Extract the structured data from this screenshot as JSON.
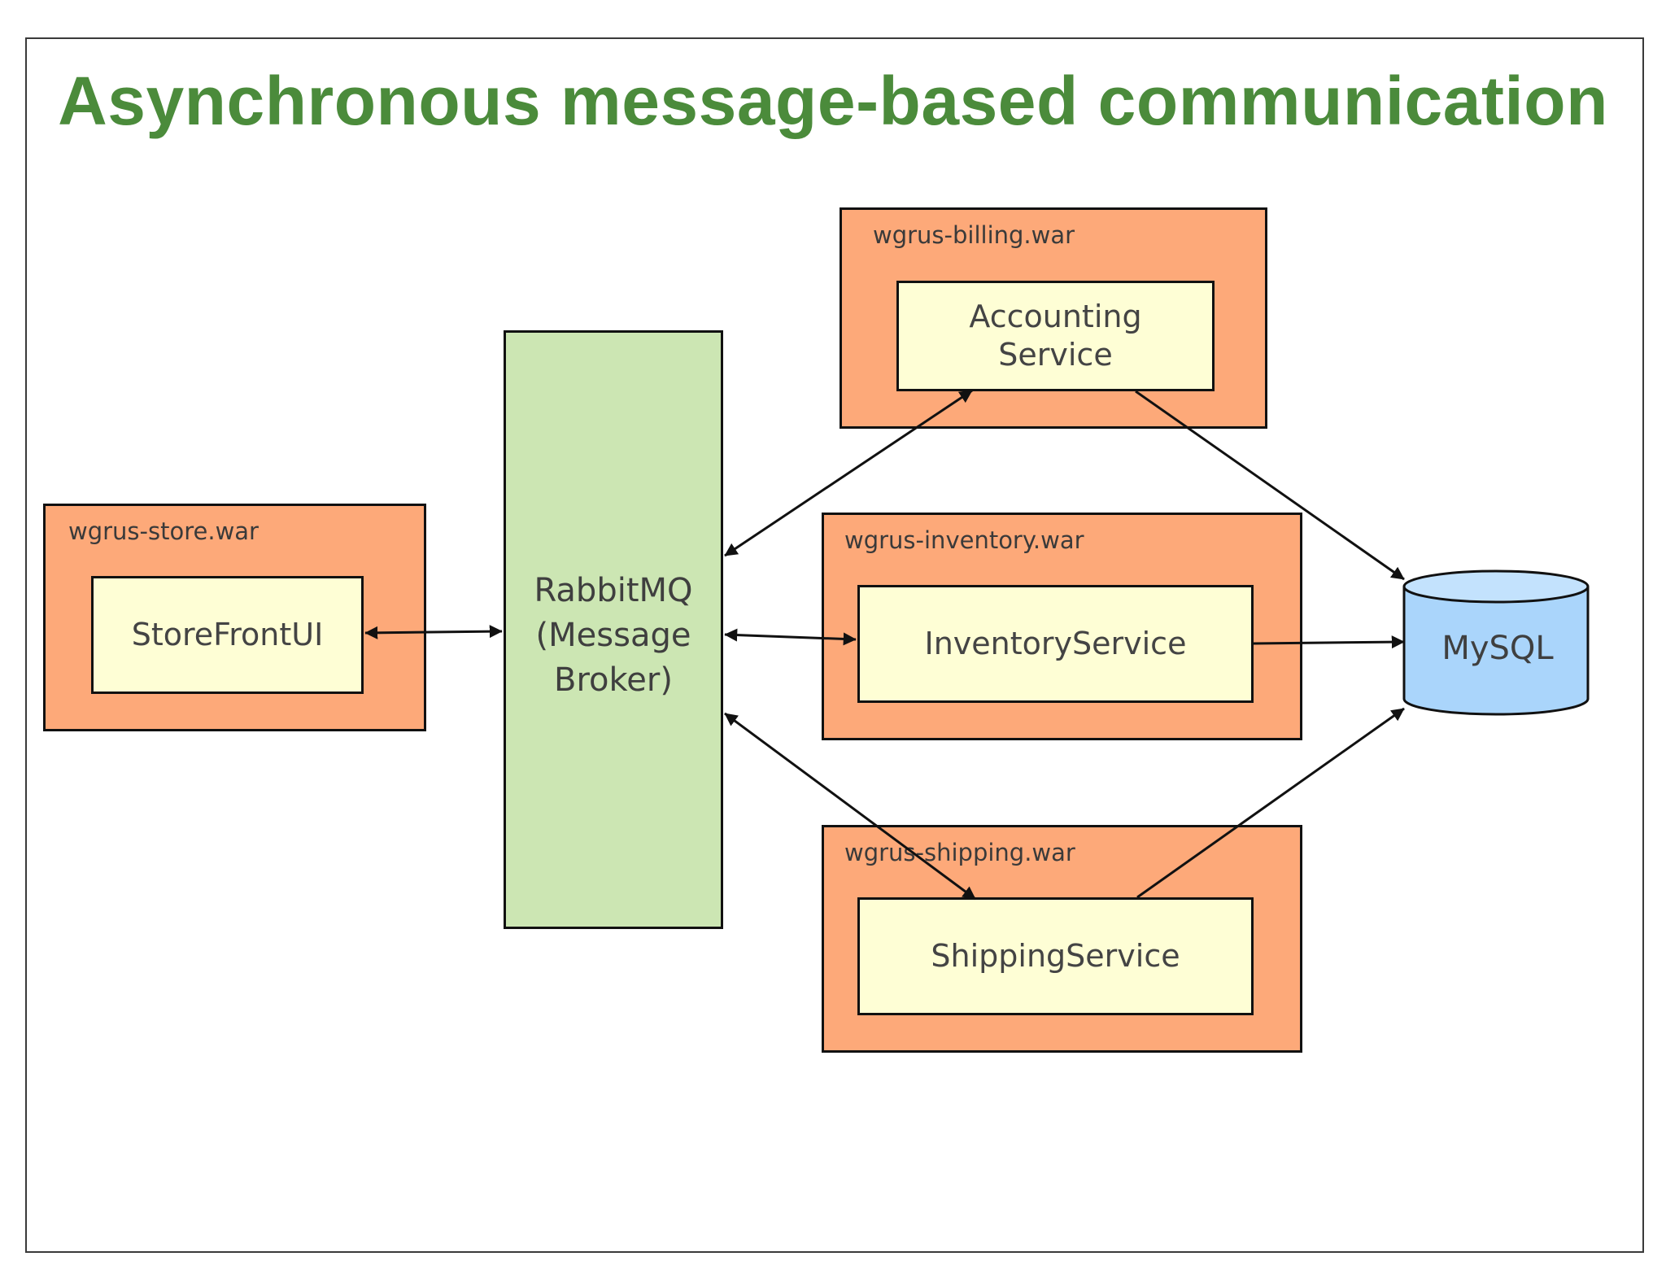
{
  "title": "Asynchronous message-based communication",
  "colors": {
    "title": "#4b8b3b",
    "war_fill": "#fda979",
    "service_fill": "#fefed5",
    "broker_fill": "#cce6b3",
    "database_fill": "#aad5fb",
    "database_top": "#c3e2fd",
    "stroke": "#111111"
  },
  "nodes": {
    "store_war": {
      "label": "wgrus-store.war"
    },
    "billing_war": {
      "label": "wgrus-billing.war"
    },
    "inventory_war": {
      "label": "wgrus-inventory.war"
    },
    "shipping_war": {
      "label": "wgrus-shipping.war"
    },
    "store_front": {
      "label": "StoreFrontUI"
    },
    "accounting": {
      "label": "Accounting\nService"
    },
    "inventory": {
      "label": "InventoryService"
    },
    "shipping": {
      "label": "ShippingService"
    },
    "broker": {
      "label": "RabbitMQ\n(Message\nBroker)"
    },
    "database": {
      "label": "MySQL",
      "shape": "cylinder"
    }
  },
  "edges": [
    {
      "from": "StoreFrontUI",
      "to": "RabbitMQ (Message Broker)",
      "direction": "both"
    },
    {
      "from": "RabbitMQ (Message Broker)",
      "to": "Accounting Service",
      "direction": "both"
    },
    {
      "from": "RabbitMQ (Message Broker)",
      "to": "InventoryService",
      "direction": "both"
    },
    {
      "from": "RabbitMQ (Message Broker)",
      "to": "ShippingService",
      "direction": "both"
    },
    {
      "from": "Accounting Service",
      "to": "MySQL",
      "direction": "forward"
    },
    {
      "from": "InventoryService",
      "to": "MySQL",
      "direction": "forward"
    },
    {
      "from": "ShippingService",
      "to": "MySQL",
      "direction": "forward"
    }
  ]
}
